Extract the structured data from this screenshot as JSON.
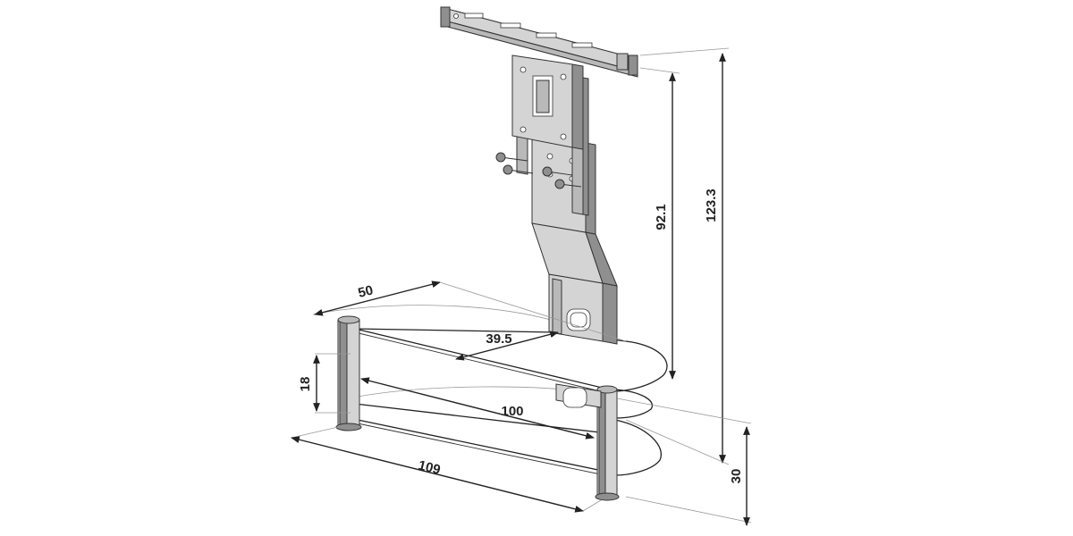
{
  "dimensions": {
    "height_total": "123.3",
    "height_mount": "92.1",
    "depth": "50",
    "shelf_depth": "39.5",
    "shelf_gap": "18",
    "shelf_width": "100",
    "width_total": "109",
    "base_height": "30"
  }
}
